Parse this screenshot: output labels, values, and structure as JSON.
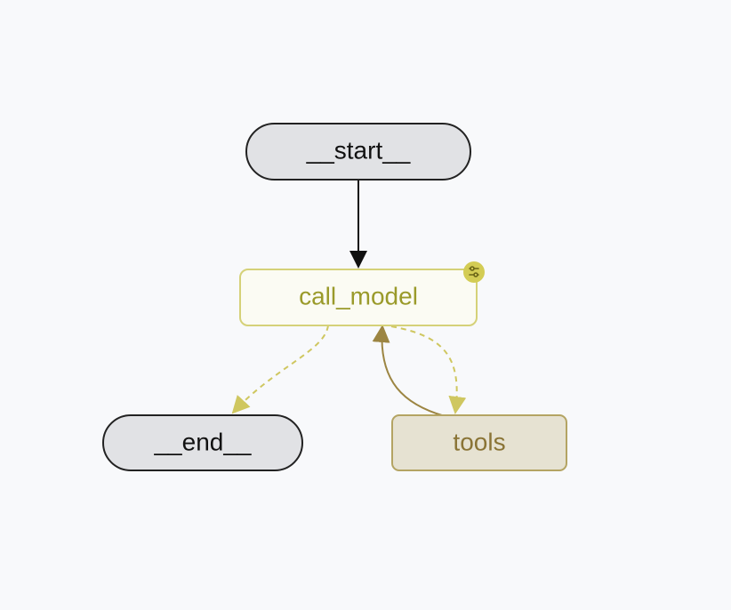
{
  "graph": {
    "nodes": {
      "start": {
        "label": "__start__"
      },
      "call_model": {
        "label": "call_model"
      },
      "end": {
        "label": "__end__"
      },
      "tools": {
        "label": "tools"
      }
    },
    "edges": [
      {
        "from": "__start__",
        "to": "call_model",
        "style": "solid"
      },
      {
        "from": "call_model",
        "to": "__end__",
        "style": "dashed"
      },
      {
        "from": "call_model",
        "to": "tools",
        "style": "dashed"
      },
      {
        "from": "tools",
        "to": "call_model",
        "style": "solid"
      }
    ]
  },
  "colors": {
    "background": "#f8f9fb",
    "terminal_fill": "#e1e2e5",
    "terminal_stroke": "#222222",
    "terminal_text": "#111111",
    "model_fill": "#fbfbf3",
    "model_stroke": "#d5d178",
    "model_text": "#9a9a2a",
    "tools_fill": "#e6e2d2",
    "tools_stroke": "#b4a463",
    "tools_text": "#8a7436",
    "dashed_edge": "#cfc760",
    "tools_return_edge": "#9c8542",
    "badge_fill": "#d3cc54",
    "badge_icon": "#6a6416"
  },
  "badge": {
    "icon": "settings-sliders-icon"
  }
}
